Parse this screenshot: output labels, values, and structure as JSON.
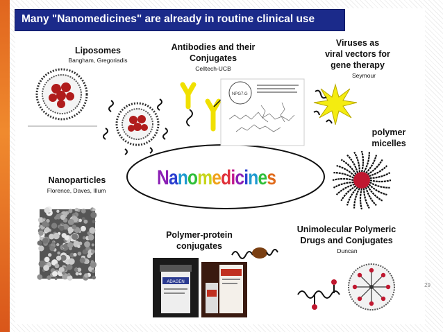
{
  "title": "Many \"Nanomedicines\" are already in routine clinical use",
  "center_label": "Nanomedicines",
  "center_label_colors": [
    "#8b1fb5",
    "#2a3fd0",
    "#1e9ad0",
    "#2fbf3a",
    "#c6d51a",
    "#f0a21a",
    "#e0303a",
    "#c0188f",
    "#8b1fb5",
    "#2a3fd0",
    "#1e9ad0",
    "#2fbf3a",
    "#e06a1a"
  ],
  "labels": {
    "liposomes": {
      "title": "Liposomes",
      "authors": "Bangham, Gregoriadis"
    },
    "antibodies": {
      "title": "Antibodies and their",
      "title2": "Conjugates",
      "authors": "Celltech-UCB"
    },
    "viruses": {
      "line1": "Viruses as",
      "line2": "viral vectors for",
      "line3": "gene therapy",
      "authors": "Seymour"
    },
    "micelles": {
      "line1": "polymer",
      "line2": "micelles"
    },
    "nanoparticles": {
      "title": "Nanoparticles",
      "authors": "Florence, Daves, Illum"
    },
    "polymer_protein": {
      "line1": "Polymer-protein",
      "line2": "conjugates"
    },
    "unimolecular": {
      "line1": "Unimolecular Polymeric",
      "line2": "Drugs and Conjugates",
      "authors": "Duncan"
    }
  },
  "page_number": "29"
}
